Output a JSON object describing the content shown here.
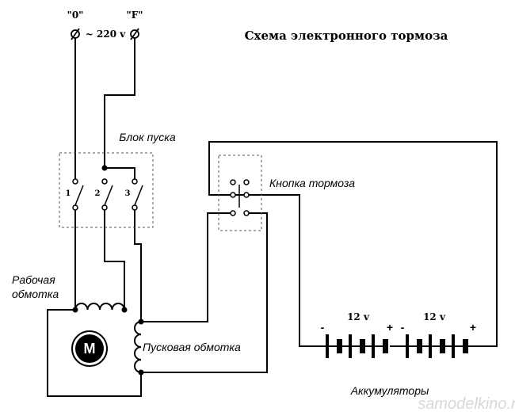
{
  "title": "Схема электронного тормоза",
  "terminals": {
    "zero_label": "\"0\"",
    "phase_label": "\"F\"",
    "voltage_label": "~ 220 v"
  },
  "start_block": {
    "label": "Блок пуска",
    "contacts": [
      "1",
      "2",
      "3"
    ]
  },
  "brake_button": {
    "label": "Кнопка тормоза"
  },
  "working_winding": {
    "label_line1": "Рабочая",
    "label_line2": "обмотка"
  },
  "start_winding": {
    "label": "Пусковая обмотка"
  },
  "motor": {
    "label": "M"
  },
  "batteries": {
    "label": "Аккумуляторы",
    "cells": [
      {
        "voltage": "12 v",
        "minus": "-",
        "plus": "+"
      },
      {
        "voltage": "12 v",
        "minus": "-",
        "plus": "+"
      }
    ]
  },
  "watermark": "samodelkino.ru"
}
